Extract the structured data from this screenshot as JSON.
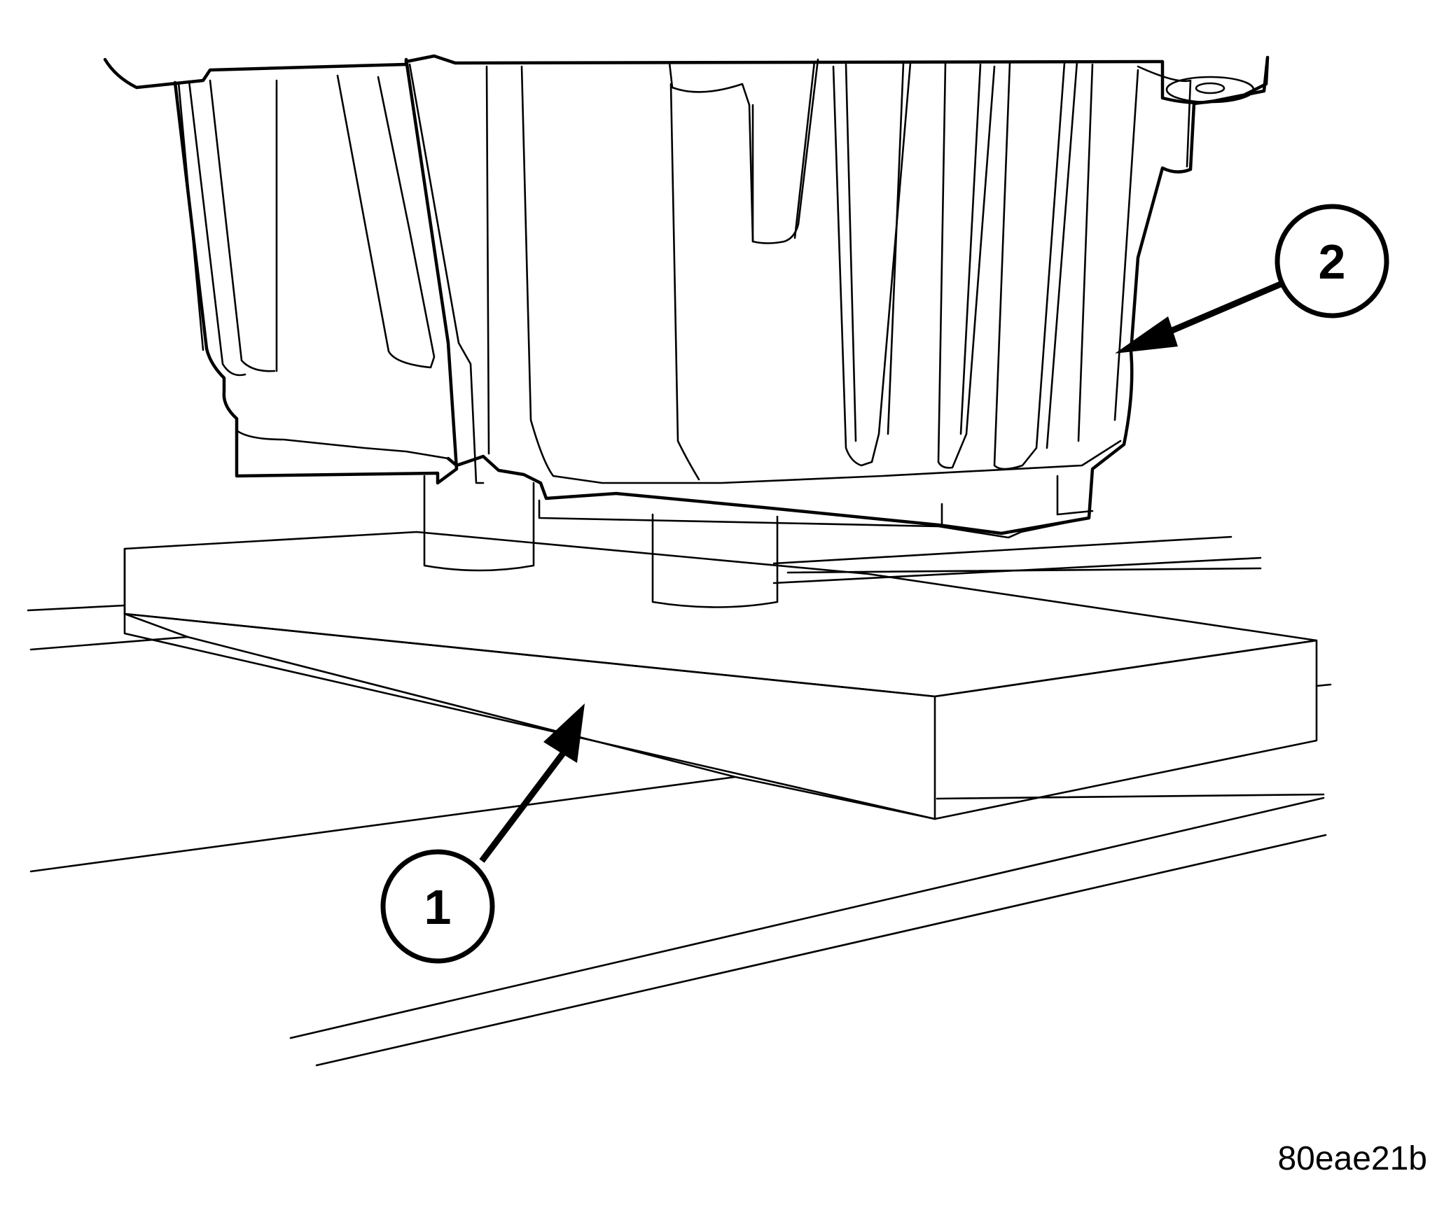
{
  "callouts": [
    {
      "label": "1",
      "part": "block"
    },
    {
      "label": "2",
      "part": "housing"
    }
  ],
  "figure_id": "80eae21b",
  "colors": {
    "line": "#000000",
    "background": "#ffffff"
  }
}
